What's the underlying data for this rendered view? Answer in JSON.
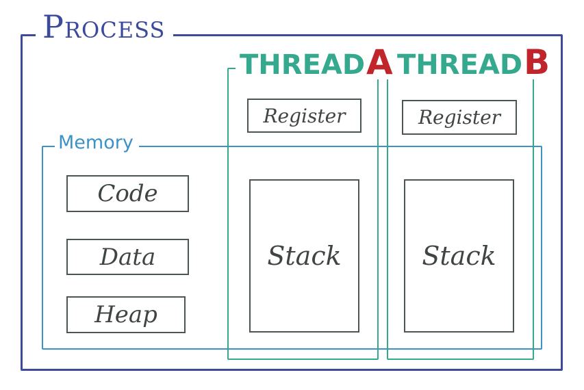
{
  "process": {
    "title": "Process"
  },
  "memory": {
    "title": "Memory",
    "segments": [
      "Code",
      "Data",
      "Heap"
    ]
  },
  "threads": [
    {
      "prefix": "THREAD",
      "letter": "A",
      "register": "Register",
      "stack": "Stack"
    },
    {
      "prefix": "THREAD",
      "letter": "B",
      "register": "Register",
      "stack": "Stack"
    }
  ],
  "colors": {
    "process": "#3b4a9c",
    "memory": "#3b92c6",
    "thread": "#34a98e",
    "thread_letter": "#c0252b",
    "box_outline": "#4d5553"
  }
}
